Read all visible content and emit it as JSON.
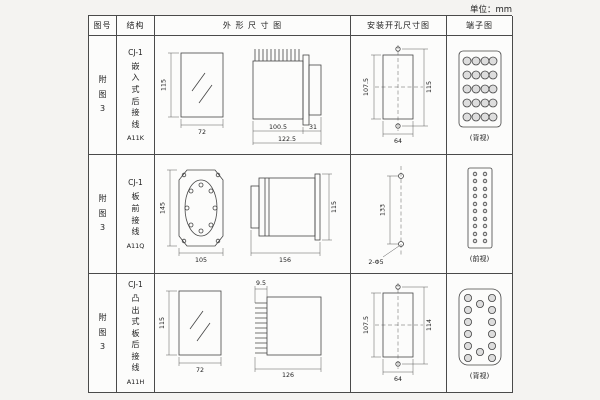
{
  "page": {
    "unit_label": "单位：mm"
  },
  "table": {
    "headers": {
      "figure_no": "图号",
      "structure": "结构",
      "outline": "外 形 尺 寸 图",
      "mounting": "安装开孔尺寸图",
      "terminal": "端子图"
    },
    "rows": [
      {
        "figure_no": "附图3",
        "model": "CJ-1",
        "structure_desc": "嵌入式后接线",
        "code": "A11K",
        "dims": {
          "front_h": "115",
          "front_w": "72",
          "body_d": "100.5",
          "flange": "31",
          "total_d": "122.5"
        },
        "mount": {
          "cut_h": "107.5",
          "hole_h": "115",
          "cut_w": "64"
        },
        "terminal_view": "(背视)"
      },
      {
        "figure_no": "附图3",
        "model": "CJ-1",
        "structure_desc": "板前接线",
        "code": "A11Q",
        "dims": {
          "front_h": "145",
          "front_w": "105",
          "body_d": "156",
          "side_h": "115"
        },
        "mount": {
          "hole_pitch": "133",
          "hole_note": "2-Φ5"
        },
        "terminal_view": "(前视)"
      },
      {
        "figure_no": "附图3",
        "model": "CJ-1",
        "structure_desc": "凸出式板后接线",
        "code": "A11H",
        "dims": {
          "front_h": "115",
          "front_w": "72",
          "pin_d": "9.5",
          "total_d": "126"
        },
        "mount": {
          "cut_h": "107.5",
          "hole_h": "114",
          "cut_w": "64"
        },
        "terminal_view": "(背视)"
      }
    ]
  }
}
